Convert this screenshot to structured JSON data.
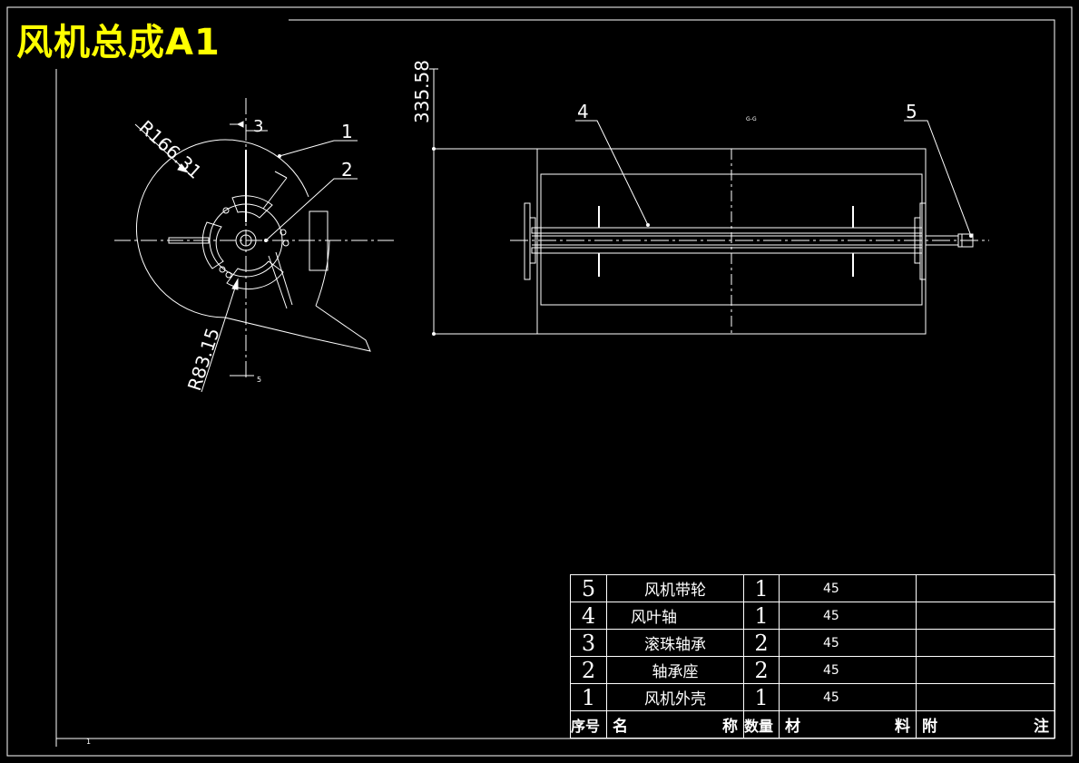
{
  "title": "风机总成A1",
  "drawing": {
    "front_view": {
      "radius_outer_label": "R166.31",
      "radius_inner_label": "R83.15",
      "section_mark_top": "3",
      "section_mark_bottom": "5",
      "callouts": [
        "1",
        "2"
      ]
    },
    "side_view": {
      "height_dimension": "335.58",
      "callouts": [
        "4",
        "5"
      ],
      "small_label": "G-G"
    },
    "frame_corner_mark": "1"
  },
  "bom": {
    "rows": [
      {
        "no": "5",
        "name": "风机带轮",
        "qty": "1",
        "material": "45",
        "remark": ""
      },
      {
        "no": "4",
        "name": "风叶轴",
        "qty": "1",
        "material": "45",
        "remark": ""
      },
      {
        "no": "3",
        "name": "滚珠轴承",
        "qty": "2",
        "material": "45",
        "remark": ""
      },
      {
        "no": "2",
        "name": "轴承座",
        "qty": "2",
        "material": "45",
        "remark": ""
      },
      {
        "no": "1",
        "name": "风机外壳",
        "qty": "1",
        "material": "45",
        "remark": ""
      }
    ],
    "header": {
      "no": "序号",
      "name_a": "名",
      "name_b": "称",
      "qty": "数量",
      "material_a": "材",
      "material_b": "料",
      "remark_a": "附",
      "remark_b": "注"
    }
  }
}
